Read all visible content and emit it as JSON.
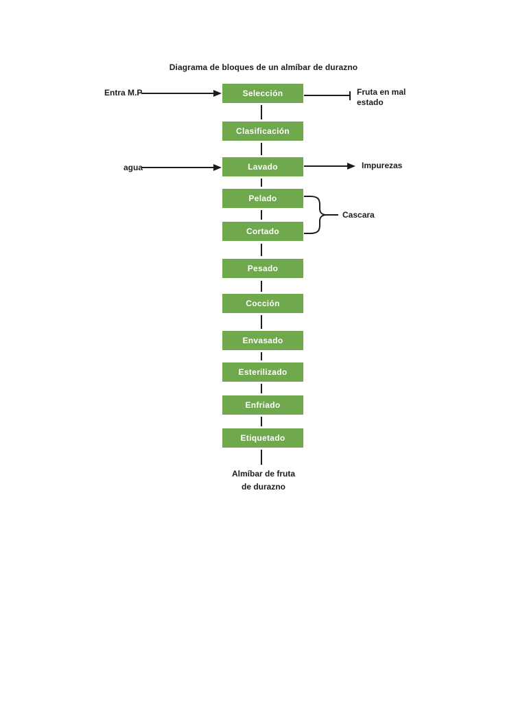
{
  "title": "Diagrama de bloques de un almíbar de durazno",
  "colors": {
    "block_fill": "#6FA84D",
    "block_text": "#FFFFFF",
    "line": "#1B1B1B",
    "page_background": "#FFFFFF"
  },
  "blocks": [
    {
      "label": "Selección"
    },
    {
      "label": "Clasificación"
    },
    {
      "label": "Lavado"
    },
    {
      "label": "Pelado"
    },
    {
      "label": "Cortado"
    },
    {
      "label": "Pesado"
    },
    {
      "label": "Cocción"
    },
    {
      "label": "Envasado"
    },
    {
      "label": "Esterilizado"
    },
    {
      "label": "Enfriado"
    },
    {
      "label": "Etiquetado"
    }
  ],
  "annotations": {
    "input_raw_material": "Entra M.P",
    "bad_fruit_line1": "Fruta en mal",
    "bad_fruit_line2": "estado",
    "water_input": "agua",
    "impurities_output": "Impurezas",
    "peel_output": "Cascara",
    "final_product_line1": "Almíbar de fruta",
    "final_product_line2": "de durazno"
  }
}
